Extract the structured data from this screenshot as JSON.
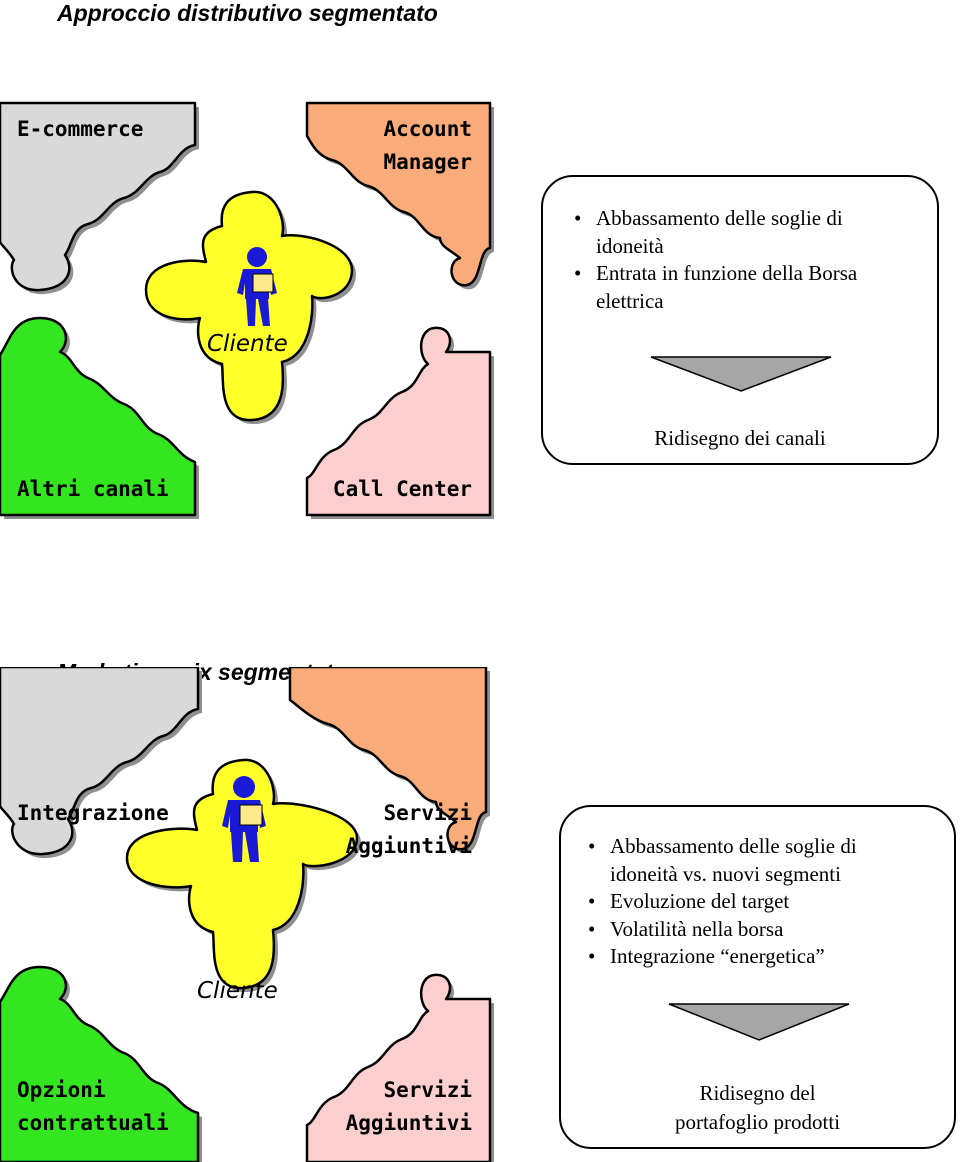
{
  "sections": [
    {
      "title": "Approccio distributivo segmentato",
      "pieces": {
        "top_left": "E-commerce",
        "top_right": [
          "Account",
          "Manager"
        ],
        "bottom_left": "Altri canali",
        "bottom_right": "Call Center",
        "center": "Cliente"
      },
      "bullets": [
        [
          "Abbassamento delle soglie di",
          "idoneità"
        ],
        [
          "Entrata in funzione della Borsa",
          "elettrica"
        ]
      ],
      "result": [
        "Ridisegno dei canali"
      ]
    },
    {
      "title": "Marketing mix segmentato",
      "pieces": {
        "top_left": "Integrazione",
        "top_right": [
          "Servizi",
          "Aggiuntivi"
        ],
        "bottom_left": [
          "Opzioni",
          "contrattuali"
        ],
        "bottom_right": [
          "Servizi",
          "Aggiuntivi"
        ],
        "center": "Cliente"
      },
      "bullets": [
        [
          "Abbassamento delle soglie di",
          "idoneità vs. nuovi segmenti"
        ],
        [
          "Evoluzione del target"
        ],
        [
          "Volatilità nella borsa"
        ],
        [
          "Integrazione “energetica”"
        ]
      ],
      "result": [
        "Ridisegno del",
        "portafoglio prodotti"
      ]
    }
  ],
  "colors": {
    "gray_piece": "#d9d9d9",
    "orange_piece": "#f9ab7a",
    "green_piece": "#33e61f",
    "pink_piece": "#fccfcf",
    "yellow_piece": "#ffff2a",
    "person": "#1a1ad6",
    "clipboard": "#ffe98a",
    "arrow": "#a6a6a6"
  },
  "icons": [
    "person-icon",
    "clipboard-icon",
    "down-arrow-icon"
  ]
}
